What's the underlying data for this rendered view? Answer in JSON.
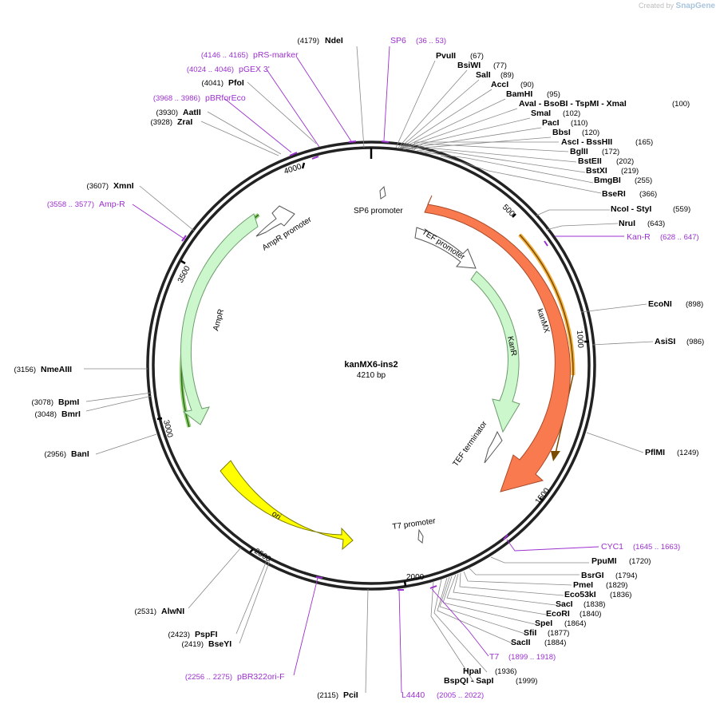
{
  "watermark": {
    "prefix": "Created by",
    "brand": "SnapGene"
  },
  "plasmid": {
    "name": "kanMX6-ins2",
    "length_label": "4210 bp",
    "length": 4210
  },
  "colors": {
    "site": "#000000",
    "primer": "#9b30d0",
    "kanMX": "#f97a4f",
    "kanR": "#ccf7cc",
    "ampR": "#ccf7cc",
    "ori": "#ffff00",
    "kanR_primer_arc": "#f4b340",
    "ampR_primer_arc": "#90d070"
  },
  "ticks": [
    "500",
    "1000",
    "1500",
    "2000",
    "2500",
    "3000",
    "3500",
    "4000"
  ],
  "sites": [
    {
      "name": "NdeI",
      "pos": "(4179)"
    },
    {
      "name": "PvuII",
      "pos": "(67)"
    },
    {
      "name": "BsiWI",
      "pos": "(77)"
    },
    {
      "name": "SalI",
      "pos": "(89)"
    },
    {
      "name": "AccI",
      "pos": "(90)"
    },
    {
      "name": "BamHI",
      "pos": "(95)"
    },
    {
      "name": "AvaI - BsoBI - TspMI - XmaI",
      "pos": "(100)"
    },
    {
      "name": "SmaI",
      "pos": "(102)"
    },
    {
      "name": "PacI",
      "pos": "(110)"
    },
    {
      "name": "BbsI",
      "pos": "(120)"
    },
    {
      "name": "AscI - BssHII",
      "pos": "(165)"
    },
    {
      "name": "BglII",
      "pos": "(172)"
    },
    {
      "name": "BstEII",
      "pos": "(202)"
    },
    {
      "name": "BstXI",
      "pos": "(219)"
    },
    {
      "name": "BmgBI",
      "pos": "(255)"
    },
    {
      "name": "BseRI",
      "pos": "(366)"
    },
    {
      "name": "NcoI - StyI",
      "pos": "(559)"
    },
    {
      "name": "NruI",
      "pos": "(643)"
    },
    {
      "name": "EcoNI",
      "pos": "(898)"
    },
    {
      "name": "AsiSI",
      "pos": "(986)"
    },
    {
      "name": "PflMI",
      "pos": "(1249)"
    },
    {
      "name": "PpuMI",
      "pos": "(1720)"
    },
    {
      "name": "BsrGI",
      "pos": "(1794)"
    },
    {
      "name": "PmeI",
      "pos": "(1829)"
    },
    {
      "name": "Eco53kI",
      "pos": "(1836)"
    },
    {
      "name": "SacI",
      "pos": "(1838)"
    },
    {
      "name": "EcoRI",
      "pos": "(1840)"
    },
    {
      "name": "SpeI",
      "pos": "(1864)"
    },
    {
      "name": "SfiI",
      "pos": "(1877)"
    },
    {
      "name": "SacII",
      "pos": "(1884)"
    },
    {
      "name": "HpaI",
      "pos": "(1936)"
    },
    {
      "name": "BspQI - SapI",
      "pos": "(1999)"
    },
    {
      "name": "PciI",
      "pos": "(2115)"
    },
    {
      "name": "AlwNI",
      "pos": "(2531)"
    },
    {
      "name": "PspFI",
      "pos": "(2423)"
    },
    {
      "name": "BseYI",
      "pos": "(2419)"
    },
    {
      "name": "BanI",
      "pos": "(2956)"
    },
    {
      "name": "BmrI",
      "pos": "(3048)"
    },
    {
      "name": "BpmI",
      "pos": "(3078)"
    },
    {
      "name": "NmeAIII",
      "pos": "(3156)"
    },
    {
      "name": "XmnI",
      "pos": "(3607)"
    },
    {
      "name": "ZraI",
      "pos": "(3928)"
    },
    {
      "name": "AatII",
      "pos": "(3930)"
    },
    {
      "name": "PfoI",
      "pos": "(4041)"
    }
  ],
  "primers": [
    {
      "name": "SP6",
      "range": "(36 .. 53)"
    },
    {
      "name": "pRS-marker",
      "range": "(4146 .. 4165)"
    },
    {
      "name": "pGEX 3'",
      "range": "(4024 .. 4046)"
    },
    {
      "name": "pBRforEco",
      "range": "(3968 .. 3986)"
    },
    {
      "name": "Amp-R",
      "range": "(3558 .. 3577)"
    },
    {
      "name": "Kan-R",
      "range": "(628 .. 647)"
    },
    {
      "name": "CYC1",
      "range": "(1645 .. 1663)"
    },
    {
      "name": "T7",
      "range": "(1899 .. 1918)"
    },
    {
      "name": "L4440",
      "range": "(2005 .. 2022)"
    },
    {
      "name": "pBR322ori-F",
      "range": "(2256 .. 2275)"
    }
  ],
  "features": [
    "kanMX",
    "KanR",
    "AmpR",
    "ori",
    "AmpR promoter",
    "TEF promoter",
    "TEF terminator",
    "SP6 promoter",
    "T7 promoter"
  ]
}
